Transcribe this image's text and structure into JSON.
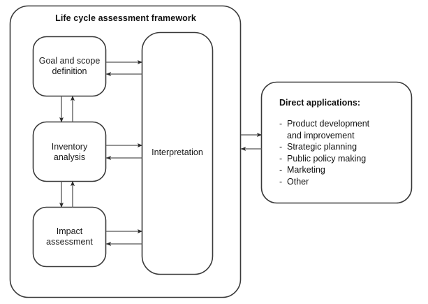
{
  "diagram": {
    "title": "Life cycle assessment framework",
    "stroke_color": "#3a3a3a",
    "text_color": "#111111",
    "background_color": "#ffffff"
  },
  "framework": {
    "title": "Life cycle assessment framework",
    "nodes": {
      "goal_scope": "Goal and scope\ndefinition",
      "inventory": "Inventory\nanalysis",
      "impact": "Impact\nassessment",
      "interpretation": "Interpretation"
    }
  },
  "applications": {
    "heading": "Direct applications:",
    "items": [
      "Product development\nand improvement",
      "Strategic planning",
      "Public policy making",
      "Marketing",
      "Other"
    ]
  }
}
